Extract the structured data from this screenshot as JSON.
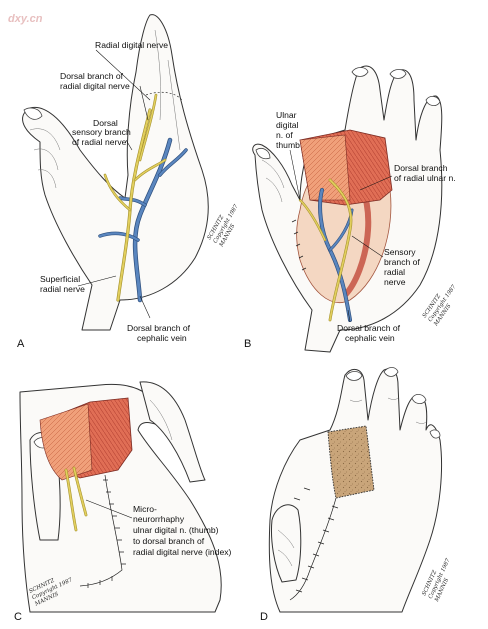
{
  "watermark": "dxy.cn",
  "signature": {
    "line1": "SCHNITZ",
    "line2": "Copyright 1987",
    "line3": "MANNIS"
  },
  "panels": [
    {
      "letter": "A",
      "labels": [
        "Radial digital nerve",
        "Dorsal branch of",
        "radial digital nerve",
        "Dorsal",
        "sensory branch",
        "of radial nerve",
        "Superficial",
        "radial nerve",
        "Dorsal branch of",
        "cephalic vein"
      ]
    },
    {
      "letter": "B",
      "labels": [
        "Ulnar",
        "digital",
        "n. of",
        "thumb",
        "Dorsal branch",
        "of radial ulnar n.",
        "Sensory",
        "branch of",
        "radial",
        "nerve",
        "Dorsal branch of",
        "cephalic vein"
      ]
    },
    {
      "letter": "C",
      "labels": [
        "Micro-",
        "neurorrhaphy",
        "ulnar digital n. (thumb)",
        "to dorsal branch of",
        "radial digital nerve (index)"
      ]
    },
    {
      "letter": "D",
      "labels": []
    }
  ],
  "colors": {
    "nerve": "#e2cf5e",
    "vein": "#5a86bf",
    "flap": "#d9624f",
    "graft": "#c9a57a"
  }
}
